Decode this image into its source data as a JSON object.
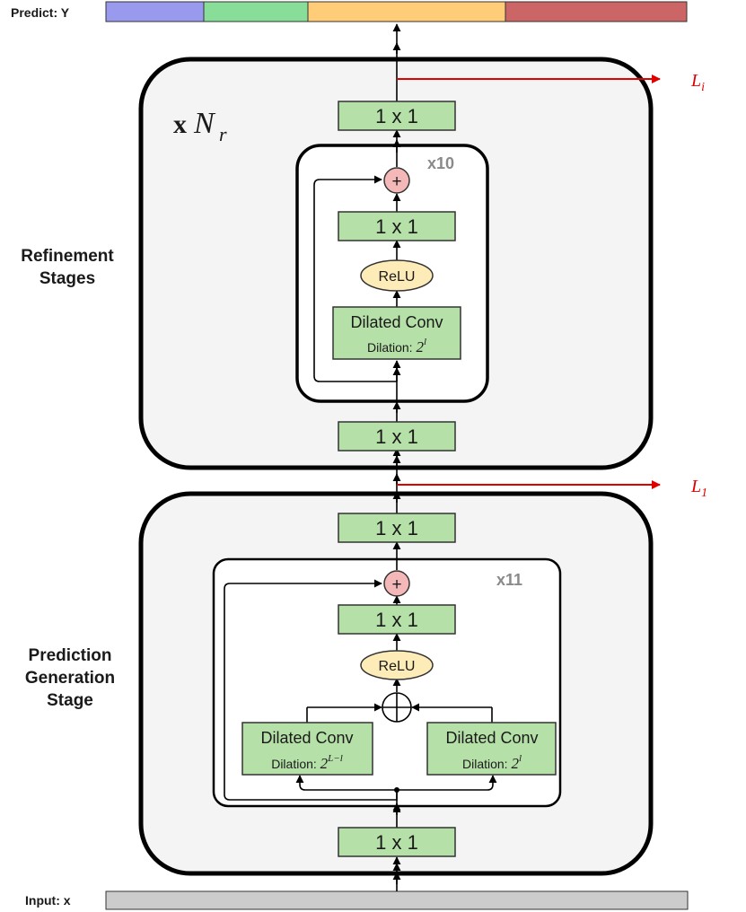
{
  "labels": {
    "predict": "Predict: Y",
    "input": "Input: x",
    "refinement_line1": "Refinement",
    "refinement_line2": "Stages",
    "prediction_line1": "Prediction",
    "prediction_line2": "Generation",
    "prediction_line3": "Stage",
    "repeat_refine": "x10",
    "repeat_pred": "x11",
    "stage_mult_x": "x",
    "stage_mult_n": "N",
    "stage_mult_sub": "r",
    "loss_i_main": "L",
    "loss_i_sub": "i",
    "loss_1_main": "L",
    "loss_1_sub": "1"
  },
  "blocks": {
    "conv1x1": "1 x 1",
    "relu": "ReLU",
    "plus": "+",
    "dilated_conv": "Dilated Conv",
    "dilation_prefix": "Dilation: ",
    "dilation_base": "2",
    "dilation_exp_l": "l",
    "dilation_exp_Ll": "L−l"
  },
  "prediction_bar": [
    {
      "color": "#9999ee"
    },
    {
      "color": "#88dd99"
    },
    {
      "color": "#ffcc77"
    },
    {
      "color": "#cc6666"
    }
  ],
  "colors": {
    "block_fill": "#b5e0a8",
    "relu_fill": "#fdebb8",
    "plus_fill": "#f5b8b8",
    "stage_fill": "#f4f4f4",
    "loss_arrow": "#e00000",
    "input_bar": "#cccccc"
  }
}
